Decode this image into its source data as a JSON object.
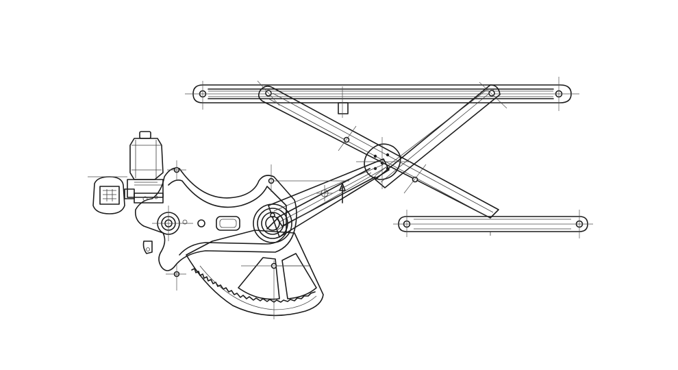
{
  "drawing": {
    "colors": {
      "line": "#1c1c1c",
      "background": "#ffffff"
    },
    "components": [
      "upper-guide-rail",
      "lower-guide-rail",
      "scissor-arm-a",
      "scissor-arm-b",
      "center-pivot-plate",
      "main-arm",
      "sector-gear",
      "drive-motor",
      "motor-connector",
      "base-plate"
    ]
  }
}
